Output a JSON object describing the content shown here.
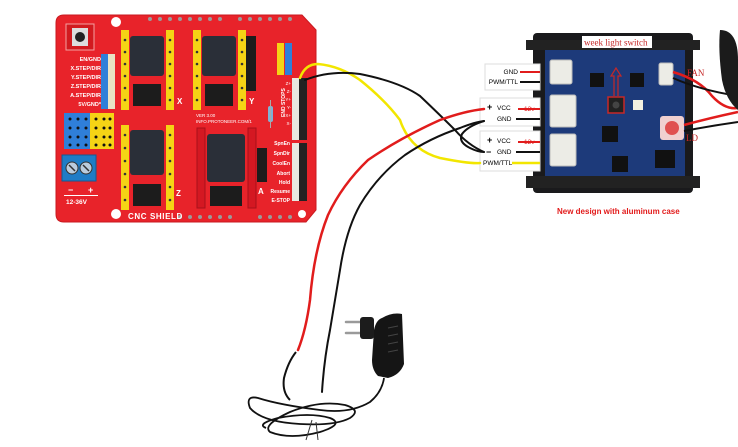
{
  "cnc_shield": {
    "name": "CNC SHIELD",
    "version": "VER 3.00",
    "site": "INFO.PROTONEER.COM/1",
    "left_labels": [
      "EN/GND",
      "X.STEP/DIR",
      "Y.STEP/DIR",
      "Z.STEP/DIR",
      "A.STEP/DIR",
      "5V/GND*"
    ],
    "axis_labels": [
      "X",
      "Y",
      "Z",
      "A"
    ],
    "power_polarity": [
      "−",
      "+"
    ],
    "power_range": "12-36V",
    "endstop_title": "END STOPS",
    "endstop_labels": [
      "Z+",
      "Z-",
      "Y+",
      "Y-",
      "X+",
      "X-"
    ],
    "control_labels": [
      "SpnEn",
      "SpnDir",
      "CoolEn",
      "Abort",
      "Hold",
      "Resume",
      "E-STOP"
    ],
    "colors": {
      "board": "#e8232a",
      "header_yellow": "#f5d415",
      "header_blue": "#2f7fd9",
      "header_white": "#e8e8e0",
      "terminal_blue": "#1f7cc6"
    }
  },
  "driver_board": {
    "top_label": "week light switch",
    "rows_group1": [
      {
        "label": "GND",
        "wire": "red"
      },
      {
        "label": "PWM/TTL",
        "wire": "black"
      }
    ],
    "rows_group2": [
      {
        "label": "VCC",
        "sign": "+",
        "tag": "12v",
        "wire": "red"
      },
      {
        "label": "GND",
        "sign": "",
        "wire": "black"
      }
    ],
    "rows_group3": [
      {
        "label": "VCC",
        "sign": "+",
        "tag": "12v",
        "wire": "red"
      },
      {
        "label": "GND",
        "sign": "−",
        "wire": "black"
      },
      {
        "label": "PWM/TTL",
        "sign": "",
        "wire": "yellow"
      }
    ],
    "fan_label": "FAN",
    "ld_label": "LD",
    "caption": "New design with aluminum case",
    "colors": {
      "pcb": "#1d3a7a",
      "case": "#1a1a1c",
      "label_red": "#e21b1b"
    }
  },
  "power_adapter": {
    "name": "12V power adapter"
  },
  "wires": {
    "colors": {
      "red": "#e11c1c",
      "black": "#111111",
      "yellow": "#f2e600"
    }
  }
}
